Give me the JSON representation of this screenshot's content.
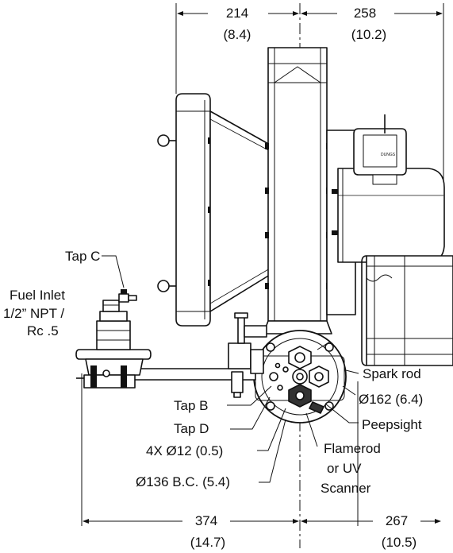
{
  "dimensions": {
    "top_left": {
      "value": "214",
      "alt": "(8.4)"
    },
    "top_right": {
      "value": "258",
      "alt": "(10.2)"
    },
    "bottom_left": {
      "value": "374",
      "alt": "(14.7)"
    },
    "bottom_right": {
      "value": "267",
      "alt": "(10.5)"
    }
  },
  "labels": {
    "tap_c": "Tap C",
    "fuel_inlet_1": "Fuel Inlet",
    "fuel_inlet_2": "1/2” NPT /",
    "fuel_inlet_3": "Rc .5",
    "spark_rod": "Spark rod",
    "diameter_162": "Ø162 (6.4)",
    "peepsight": "Peepsight",
    "tap_b": "Tap B",
    "tap_d": "Tap D",
    "holes": "4X Ø12 (0.5)",
    "flamerod_1": "Flamerod",
    "flamerod_2": "or UV",
    "flamerod_3": "Scanner",
    "bolt_circle": "Ø136 B.C. (5.4)",
    "motor_badge": "DUNGS"
  }
}
